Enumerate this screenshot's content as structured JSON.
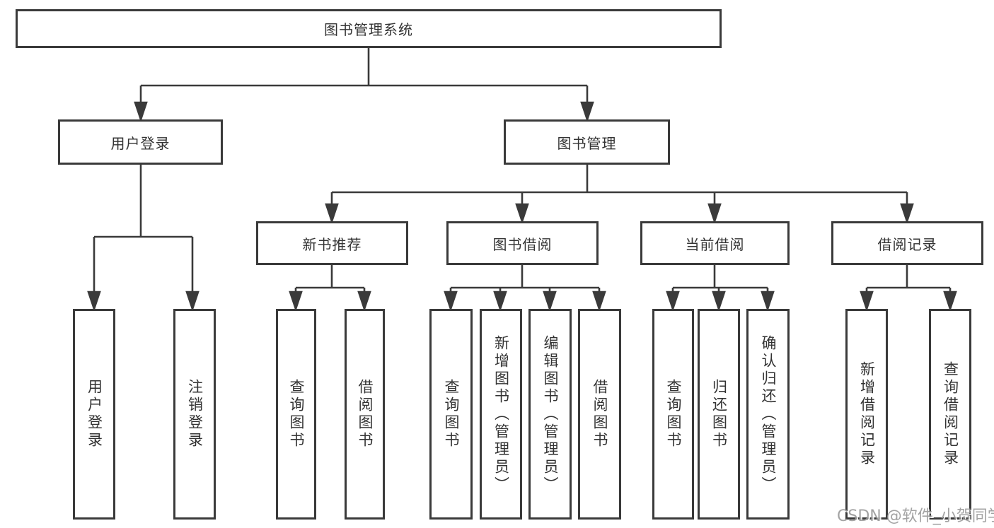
{
  "diagram": {
    "title": "图书管理系统",
    "level2": [
      {
        "label": "用户登录"
      },
      {
        "label": "图书管理"
      }
    ],
    "level3": [
      {
        "label": "新书推荐"
      },
      {
        "label": "图书借阅"
      },
      {
        "label": "当前借阅"
      },
      {
        "label": "借阅记录"
      }
    ],
    "leaves": [
      {
        "label": "用户登录",
        "parent": "用户登录"
      },
      {
        "label": "注销登录",
        "parent": "用户登录"
      },
      {
        "label": "查询图书",
        "parent": "新书推荐"
      },
      {
        "label": "借阅图书",
        "parent": "新书推荐"
      },
      {
        "label": "查询图书",
        "parent": "图书借阅"
      },
      {
        "label": "新增图书（管理员）",
        "parent": "图书借阅"
      },
      {
        "label": "编辑图书（管理员）",
        "parent": "图书借阅"
      },
      {
        "label": "借阅图书",
        "parent": "图书借阅"
      },
      {
        "label": "查询图书",
        "parent": "当前借阅"
      },
      {
        "label": "归还图书",
        "parent": "当前借阅"
      },
      {
        "label": "确认归还（管理员）",
        "parent": "当前借阅"
      },
      {
        "label": "新增借阅记录",
        "parent": "借阅记录"
      },
      {
        "label": "查询借阅记录",
        "parent": "借阅记录"
      }
    ],
    "watermark": "CSDN @软件_小贺同学",
    "colors": {
      "line": "#3a3a3a",
      "text": "#333333",
      "background": "#ffffff",
      "watermark": "#9a9a9a"
    }
  }
}
